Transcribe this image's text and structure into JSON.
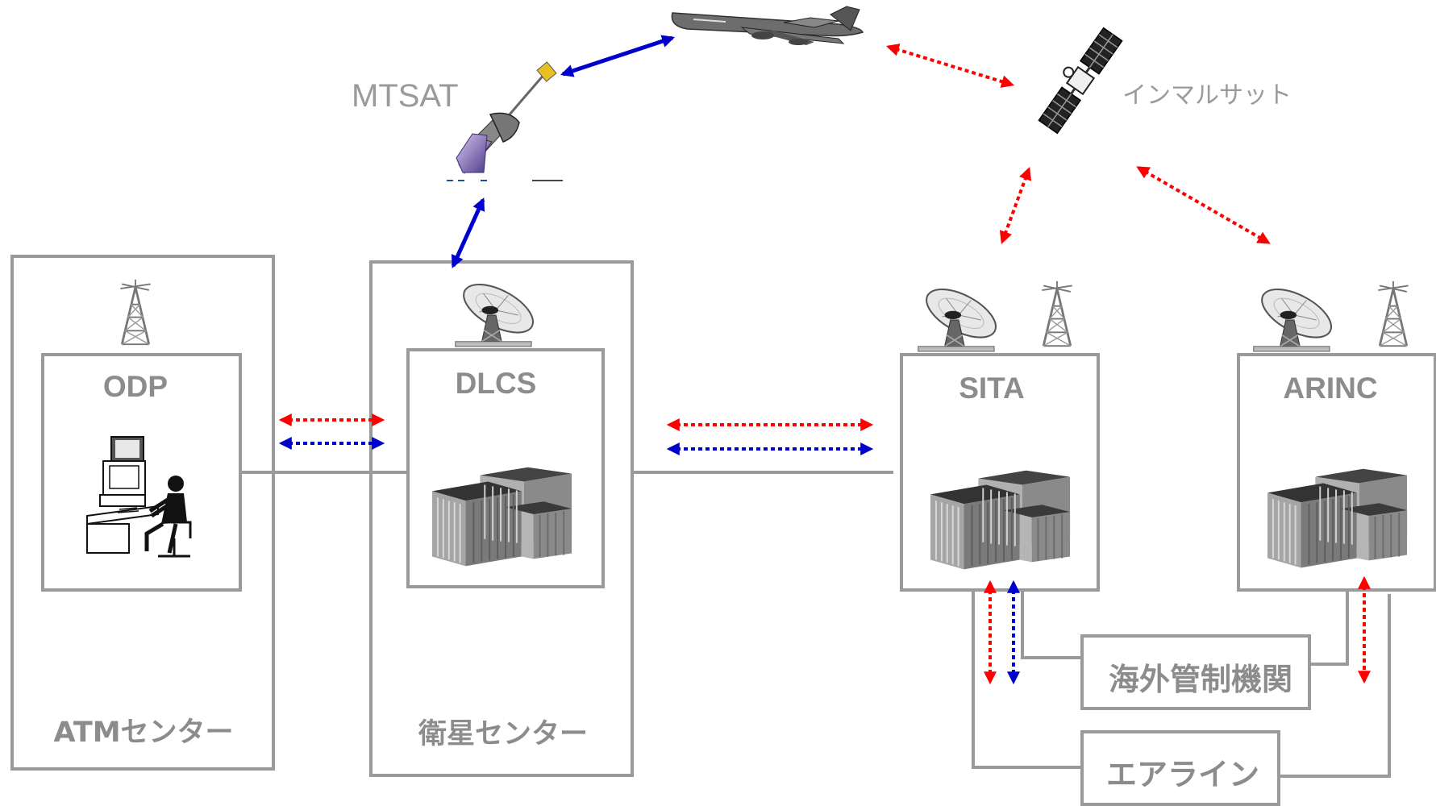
{
  "nodes": {
    "atm_center": "ATMセンター",
    "satellite_center": "衛星センター",
    "odp": "ODP",
    "dlcs": "DLCS",
    "sita": "SITA",
    "arinc": "ARINC",
    "overseas_atc": "海外管制機関",
    "airline": "エアライン",
    "mtsat": "MTSAT",
    "inmarsat": "インマルサット"
  },
  "colors": {
    "red_link": "#ff0000",
    "blue_link": "#0000cc",
    "box_stroke": "#9a9a9a",
    "label_gray": "#8c8c8c"
  },
  "icons": [
    "antenna-tower-icon",
    "satellite-dish-icon",
    "server-rack-icon",
    "controller-workstation-icon",
    "airplane-icon",
    "mtsat-satellite-icon",
    "inmarsat-satellite-icon"
  ]
}
